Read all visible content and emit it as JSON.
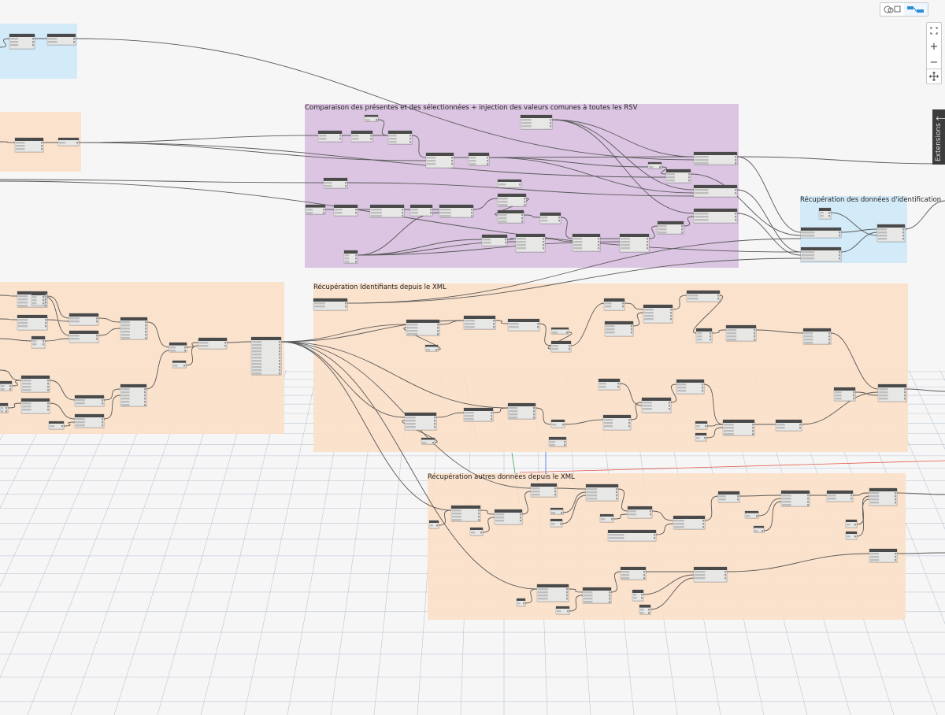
{
  "workspace": {
    "groups": [
      {
        "id": "g_blue_top",
        "title": "",
        "color": "#cfe8f7"
      },
      {
        "id": "g_orange_left_top",
        "title": "",
        "color": "#fbe0c8"
      },
      {
        "id": "g_purple",
        "title": "Comparaison des présentes et des sélectionnées + injection des valeurs comunes à toutes les RSV",
        "color": "#d8c0e0"
      },
      {
        "id": "g_blue_right",
        "title": "Récupération des données d'identification",
        "color": "#cfe8f7"
      },
      {
        "id": "g_orange_left_mid",
        "title": "",
        "color": "#fbe0c8"
      },
      {
        "id": "g_orange_mid",
        "title": "Récupération Identifiants depuis le XML",
        "color": "#fbe0c8"
      },
      {
        "id": "g_orange_bottom",
        "title": "Récupération autres données depuis le XML",
        "color": "#fbe0c8"
      }
    ]
  },
  "toolbar": {
    "view_switch": {
      "geometry_icon": "geometry-view-icon",
      "graph_icon": "graph-view-icon",
      "active": "graph"
    },
    "nav": {
      "fit_icon": "zoom-to-fit-icon",
      "zoom_in": "+",
      "zoom_out": "−",
      "pan_icon": "pan-icon"
    }
  },
  "extensions": {
    "label": "Extensions",
    "arrow": "🡐"
  }
}
